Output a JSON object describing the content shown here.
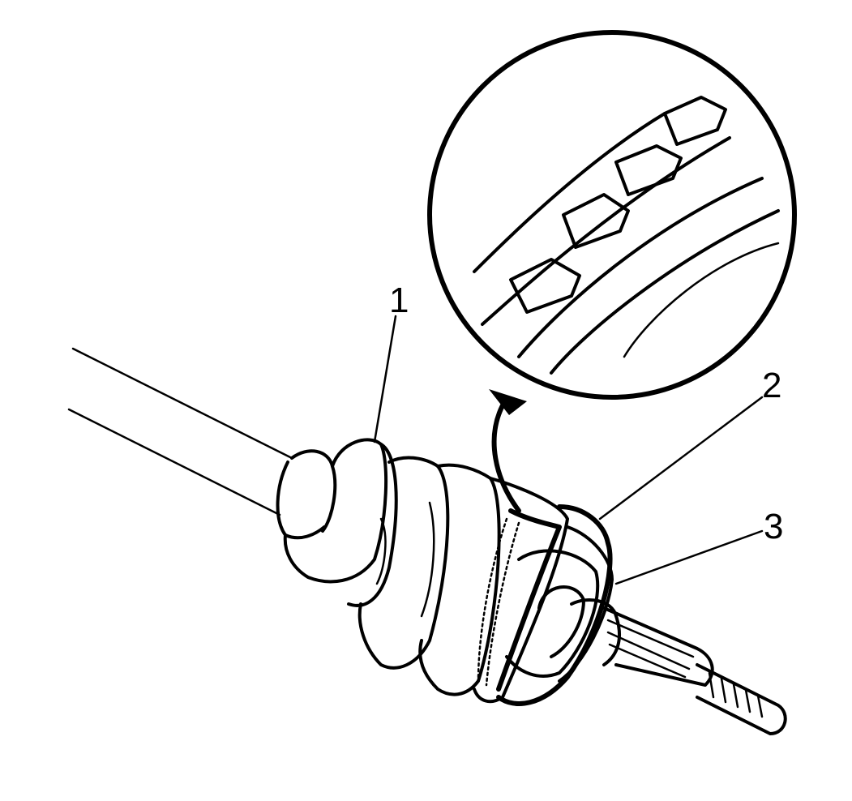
{
  "callouts": [
    {
      "id": "callout-1",
      "label": "1"
    },
    {
      "id": "callout-2",
      "label": "2"
    },
    {
      "id": "callout-3",
      "label": "3"
    }
  ],
  "colors": {
    "ink": "#000000",
    "paper": "#ffffff"
  },
  "parts": {
    "shaft": "axle-shaft",
    "boot": "cv-joint-boot",
    "tone_ring": "abs-tone-ring",
    "joint_housing": "outer-cv-joint-housing",
    "stub": "splined-stub-shaft",
    "detail": "magnified-tone-ring-teeth-detail"
  }
}
